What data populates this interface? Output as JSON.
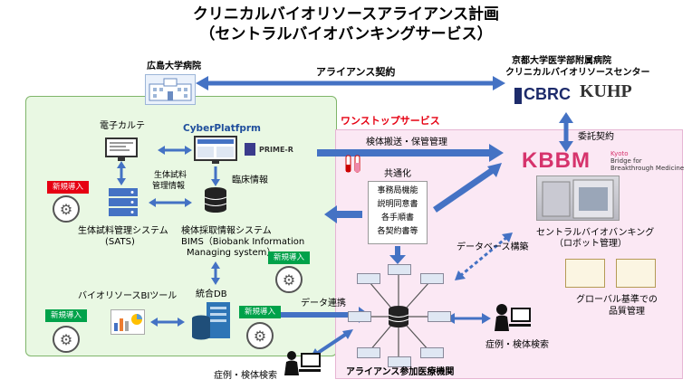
{
  "title": {
    "line1": "クリニカルバイオリソースアライアンス計画",
    "line2": "（セントラルバイオバンキングサービス）"
  },
  "hiroshima": {
    "label": "広島大学病院"
  },
  "alliance_contract": "アライアンス契約",
  "kyoto": {
    "line1": "京都大学医学部附属病院",
    "line2": "クリニカルバイオリソースセンター",
    "cbrc_logo": "CBRC",
    "kuhp_logo": "KUHP"
  },
  "one_stop": "ワンストップサービス",
  "specimen_transport": "検体搬送・保管管理",
  "consignment": "委託契約",
  "kbbm": {
    "logo": "KBBM",
    "sub1": "Kyoto",
    "sub2": "Bridge for",
    "sub3": "Breakthrough Medicine"
  },
  "central_banking": {
    "line1": "セントラルバイオバンキング",
    "line2": "（ロボット管理）"
  },
  "global_quality": {
    "line1": "グローバル基準での",
    "line2": "品質管理"
  },
  "common": {
    "title": "共通化",
    "items": [
      "事務局機能",
      "説明同意書",
      "各手順書",
      "各契約書等"
    ]
  },
  "db_build": "データベース構築",
  "case_search_right": "症例・検体検索",
  "alliance_members": "アライアンス参加医療機関",
  "emr": "電子カルテ",
  "cyberplatform": "CyberPlatfprm",
  "prime_r": "PRIME-R",
  "clinical_info": "臨床情報",
  "bio_specimen_mgmt": {
    "line1": "生体試料",
    "line2": "管理情報"
  },
  "new_badge": "新規導入",
  "sats": {
    "line1": "生体試料管理システム",
    "line2": "(SATS)"
  },
  "bims": {
    "line1": "検体採取情報システム",
    "line2": "BIMS（Biobank Information",
    "line3": "Managing system）"
  },
  "bi_tool": "バイオリソースBIツール",
  "integrated_db": "統合DB",
  "data_link": "データ連携",
  "case_search_left": "症例・検体検索",
  "colors": {
    "arrow": "#4472c4",
    "green_panel": "#e9f8e3",
    "pink_panel": "#fbe8f4",
    "red": "#e60012",
    "green": "#00a24a"
  }
}
